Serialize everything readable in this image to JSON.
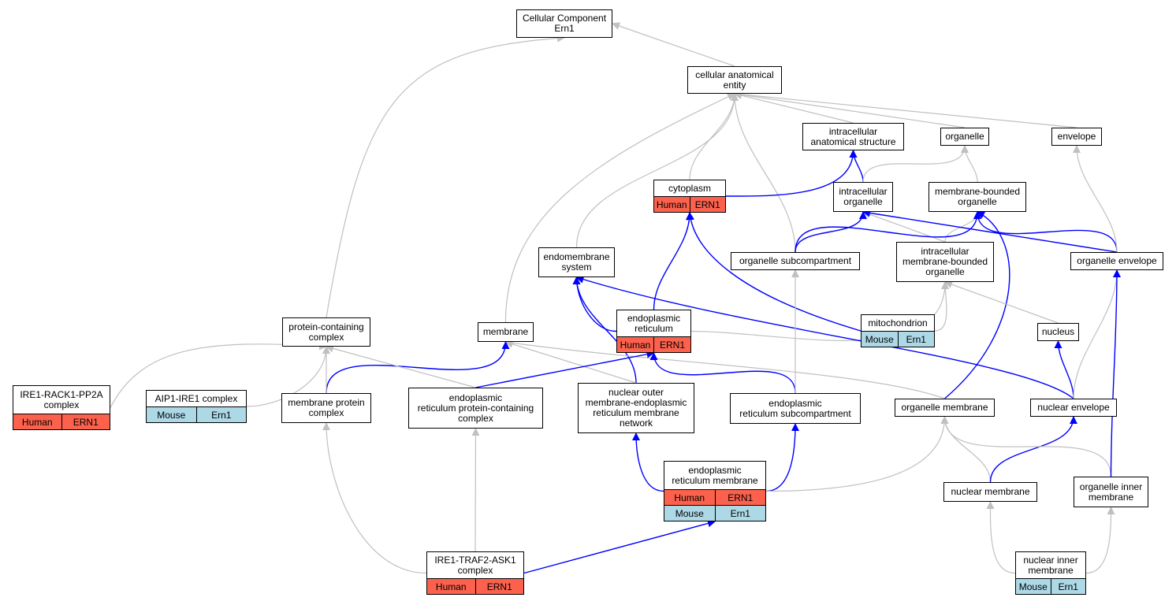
{
  "colors": {
    "human": "#fb614c",
    "mouse": "#add8e6",
    "edge_is_a": "#c0c0c0",
    "edge_part_of": "#0000ff"
  },
  "nodes": {
    "cc": {
      "label": "Cellular Component\nErn1"
    },
    "cae": {
      "label": "cellular anatomical\nentity"
    },
    "ias": {
      "label": "intracellular\nanatomical structure"
    },
    "organelle": {
      "label": "organelle"
    },
    "envelope": {
      "label": "envelope"
    },
    "cytoplasm": {
      "label": "cytoplasm",
      "rows": [
        [
          "Human",
          "ERN1"
        ]
      ]
    },
    "io": {
      "label": "intracellular\norganelle"
    },
    "mbo": {
      "label": "membrane-bounded\norganelle"
    },
    "endosys": {
      "label": "endomembrane\nsystem"
    },
    "osub": {
      "label": "organelle subcompartment"
    },
    "imbo": {
      "label": "intracellular\nmembrane-bounded\norganelle"
    },
    "oenv": {
      "label": "organelle envelope"
    },
    "pcc": {
      "label": "protein-containing\ncomplex"
    },
    "membrane": {
      "label": "membrane"
    },
    "er": {
      "label": "endoplasmic\nreticulum",
      "rows": [
        [
          "Human",
          "ERN1"
        ]
      ]
    },
    "mito": {
      "label": "mitochondrion",
      "rows": [
        [
          "Mouse",
          "Ern1"
        ]
      ]
    },
    "nucleus": {
      "label": "nucleus"
    },
    "rack1": {
      "label": "IRE1-RACK1-PP2A\ncomplex",
      "rows": [
        [
          "Human",
          "ERN1"
        ]
      ]
    },
    "aip1": {
      "label": "AIP1-IRE1 complex",
      "rows": [
        [
          "Mouse",
          "Ern1"
        ]
      ]
    },
    "mpc": {
      "label": "membrane protein\ncomplex"
    },
    "erpcc": {
      "label": "endoplasmic\nreticulum protein-containing\ncomplex"
    },
    "noem": {
      "label": "nuclear outer\nmembrane-endoplasmic\nreticulum membrane\nnetwork"
    },
    "ersub": {
      "label": "endoplasmic\nreticulum subcompartment"
    },
    "omem": {
      "label": "organelle membrane"
    },
    "nenv": {
      "label": "nuclear envelope"
    },
    "erm": {
      "label": "endoplasmic\nreticulum membrane",
      "rows": [
        [
          "Human",
          "ERN1"
        ],
        [
          "Mouse",
          "Ern1"
        ]
      ]
    },
    "nmem": {
      "label": "nuclear membrane"
    },
    "oim": {
      "label": "organelle inner\nmembrane"
    },
    "traf2": {
      "label": "IRE1-TRAF2-ASK1\ncomplex",
      "rows": [
        [
          "Human",
          "ERN1"
        ]
      ]
    },
    "nim": {
      "label": "nuclear inner\nmembrane",
      "rows": [
        [
          "Mouse",
          "Ern1"
        ]
      ]
    }
  },
  "edges": [
    {
      "from": "cae",
      "to": "cc",
      "kind": "is_a"
    },
    {
      "from": "pcc",
      "to": "cc",
      "kind": "is_a"
    },
    {
      "from": "ias",
      "to": "cae",
      "kind": "is_a"
    },
    {
      "from": "organelle",
      "to": "cae",
      "kind": "is_a"
    },
    {
      "from": "envelope",
      "to": "cae",
      "kind": "is_a"
    },
    {
      "from": "cytoplasm",
      "to": "cae",
      "kind": "is_a"
    },
    {
      "from": "endosys",
      "to": "cae",
      "kind": "is_a"
    },
    {
      "from": "membrane",
      "to": "cae",
      "kind": "is_a"
    },
    {
      "from": "osub",
      "to": "cae",
      "kind": "is_a"
    },
    {
      "from": "cytoplasm",
      "to": "ias",
      "kind": "part_of"
    },
    {
      "from": "io",
      "to": "ias",
      "kind": "part_of"
    },
    {
      "from": "io",
      "to": "organelle",
      "kind": "is_a"
    },
    {
      "from": "mbo",
      "to": "organelle",
      "kind": "is_a"
    },
    {
      "from": "imbo",
      "to": "io",
      "kind": "is_a"
    },
    {
      "from": "imbo",
      "to": "mbo",
      "kind": "is_a"
    },
    {
      "from": "osub",
      "to": "io",
      "kind": "part_of"
    },
    {
      "from": "osub",
      "to": "mbo",
      "kind": "part_of"
    },
    {
      "from": "oenv",
      "to": "io",
      "kind": "part_of"
    },
    {
      "from": "oenv",
      "to": "mbo",
      "kind": "part_of"
    },
    {
      "from": "oenv",
      "to": "envelope",
      "kind": "is_a"
    },
    {
      "from": "omem",
      "to": "mbo",
      "kind": "part_of"
    },
    {
      "from": "er",
      "to": "cytoplasm",
      "kind": "part_of"
    },
    {
      "from": "mito",
      "to": "cytoplasm",
      "kind": "part_of"
    },
    {
      "from": "er",
      "to": "endosys",
      "kind": "part_of"
    },
    {
      "from": "er",
      "to": "imbo",
      "kind": "is_a"
    },
    {
      "from": "mito",
      "to": "imbo",
      "kind": "is_a"
    },
    {
      "from": "nucleus",
      "to": "imbo",
      "kind": "is_a"
    },
    {
      "from": "nenv",
      "to": "endosys",
      "kind": "part_of"
    },
    {
      "from": "nenv",
      "to": "nucleus",
      "kind": "part_of"
    },
    {
      "from": "nenv",
      "to": "oenv",
      "kind": "is_a"
    },
    {
      "from": "noem",
      "to": "endosys",
      "kind": "part_of"
    },
    {
      "from": "noem",
      "to": "membrane",
      "kind": "is_a"
    },
    {
      "from": "omem",
      "to": "membrane",
      "kind": "is_a"
    },
    {
      "from": "mpc",
      "to": "membrane",
      "kind": "part_of"
    },
    {
      "from": "erpcc",
      "to": "er",
      "kind": "part_of"
    },
    {
      "from": "erpcc",
      "to": "pcc",
      "kind": "is_a"
    },
    {
      "from": "mpc",
      "to": "pcc",
      "kind": "is_a"
    },
    {
      "from": "aip1",
      "to": "pcc",
      "kind": "is_a"
    },
    {
      "from": "rack1",
      "to": "pcc",
      "kind": "is_a"
    },
    {
      "from": "ersub",
      "to": "er",
      "kind": "part_of"
    },
    {
      "from": "ersub",
      "to": "osub",
      "kind": "is_a"
    },
    {
      "from": "erm",
      "to": "noem",
      "kind": "part_of"
    },
    {
      "from": "erm",
      "to": "ersub",
      "kind": "part_of"
    },
    {
      "from": "erm",
      "to": "omem",
      "kind": "is_a"
    },
    {
      "from": "nmem",
      "to": "omem",
      "kind": "is_a"
    },
    {
      "from": "nmem",
      "to": "nenv",
      "kind": "part_of"
    },
    {
      "from": "oim",
      "to": "omem",
      "kind": "is_a"
    },
    {
      "from": "oim",
      "to": "oenv",
      "kind": "part_of"
    },
    {
      "from": "traf2",
      "to": "mpc",
      "kind": "is_a"
    },
    {
      "from": "traf2",
      "to": "erpcc",
      "kind": "is_a"
    },
    {
      "from": "traf2",
      "to": "erm",
      "kind": "part_of"
    },
    {
      "from": "nim",
      "to": "nmem",
      "kind": "is_a"
    },
    {
      "from": "nim",
      "to": "oim",
      "kind": "is_a"
    }
  ]
}
